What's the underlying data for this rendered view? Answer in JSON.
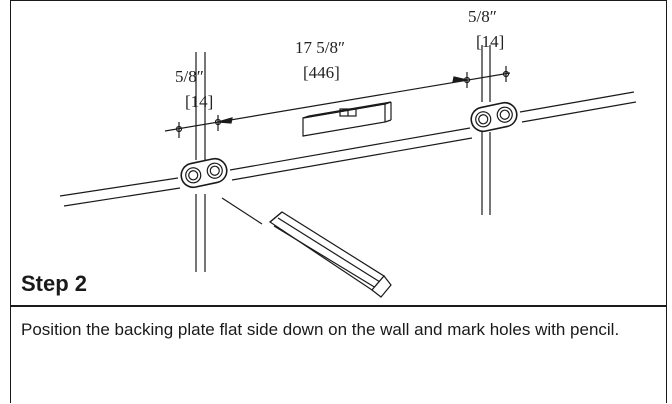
{
  "dimensions": {
    "left_fraction": "5/8″",
    "left_mm": "[14]",
    "center_fraction": "17 5/8″",
    "center_mm": "[446]",
    "right_fraction": "5/8″",
    "right_mm": "[14]"
  },
  "instruction": {
    "step_label": "Step 2",
    "text": "Position the backing plate flat side down on the wall and mark holes with pencil."
  }
}
